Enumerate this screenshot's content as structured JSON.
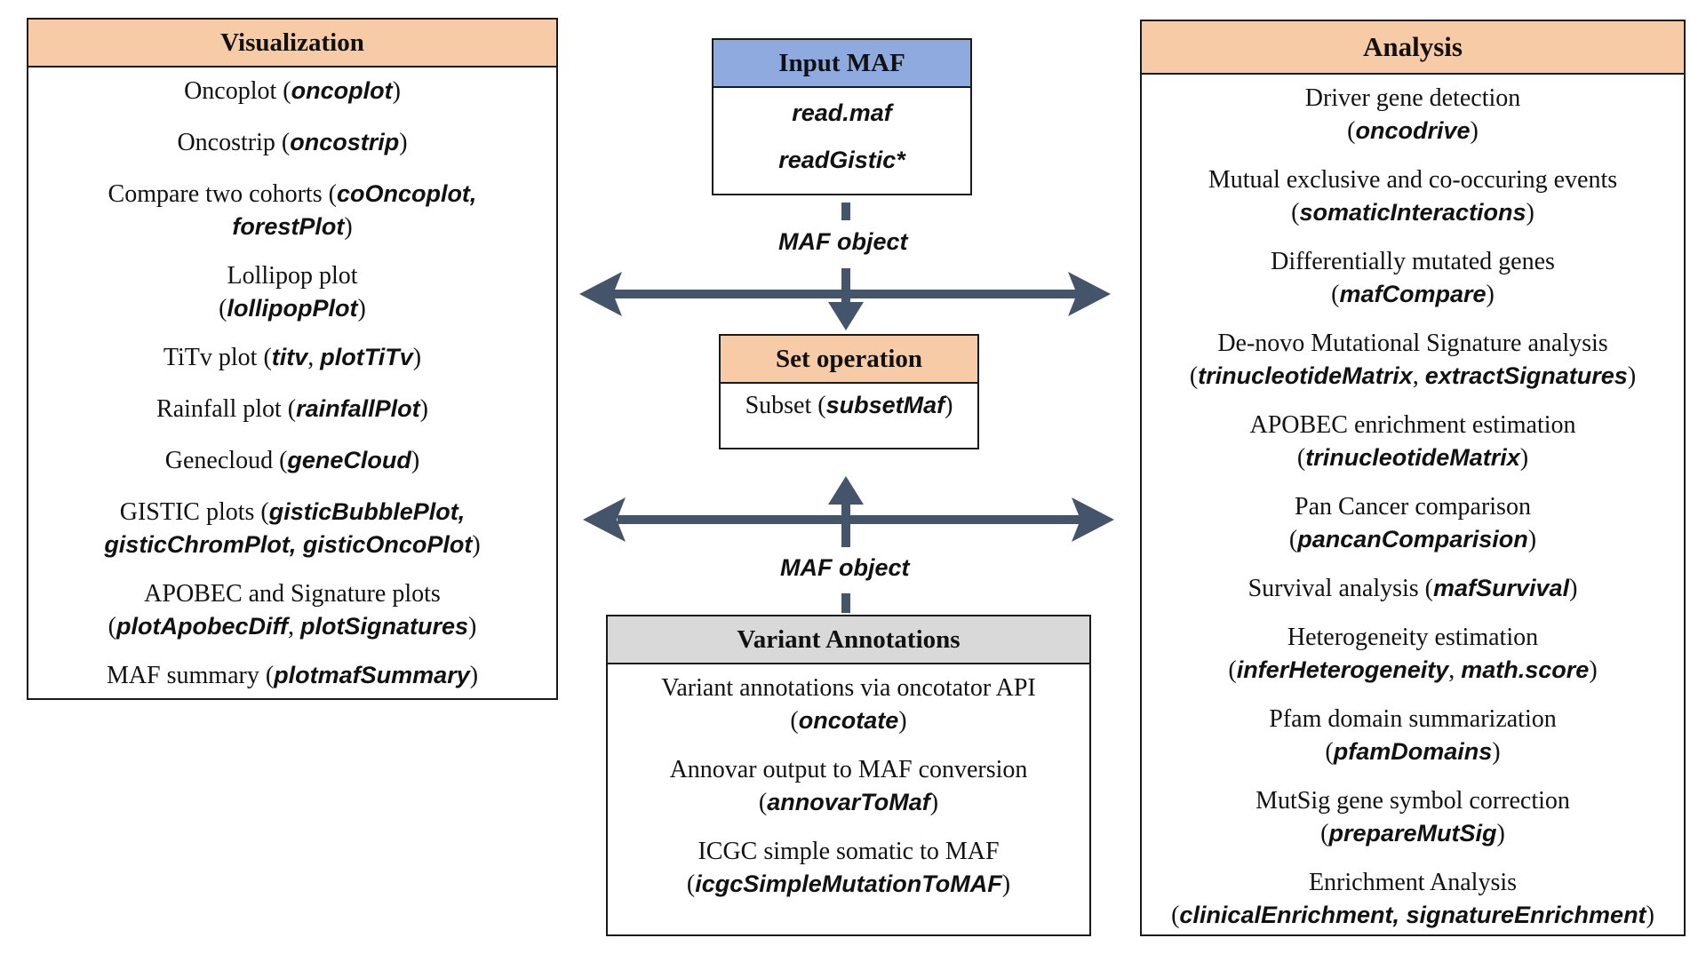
{
  "visualization": {
    "title": "Visualization",
    "items": [
      {
        "parts": [
          {
            "t": "Oncoplot ("
          },
          {
            "t": "oncoplot",
            "f": 1
          },
          {
            "t": ")"
          }
        ]
      },
      {
        "parts": [
          {
            "t": "Oncostrip ("
          },
          {
            "t": "oncostrip",
            "f": 1
          },
          {
            "t": ")"
          }
        ]
      },
      {
        "parts": [
          {
            "t": "Compare two cohorts ("
          },
          {
            "t": "coOncoplot,",
            "f": 1
          },
          {
            "br": 1
          },
          {
            "t": "forestPlot",
            "f": 1
          },
          {
            "t": ")"
          }
        ]
      },
      {
        "parts": [
          {
            "t": "Lollipop plot"
          },
          {
            "br": 1
          },
          {
            "t": "("
          },
          {
            "t": "lollipopPlot",
            "f": 1
          },
          {
            "t": ")"
          }
        ]
      },
      {
        "parts": [
          {
            "t": "TiTv plot ("
          },
          {
            "t": "titv",
            "f": 1
          },
          {
            "t": ", "
          },
          {
            "t": "plotTiTv",
            "f": 1
          },
          {
            "t": ")"
          }
        ]
      },
      {
        "parts": [
          {
            "t": "Rainfall plot ("
          },
          {
            "t": "rainfallPlot",
            "f": 1
          },
          {
            "t": ")"
          }
        ]
      },
      {
        "parts": [
          {
            "t": "Genecloud ("
          },
          {
            "t": "geneCloud",
            "f": 1
          },
          {
            "t": ")"
          }
        ]
      },
      {
        "parts": [
          {
            "t": "GISTIC plots ("
          },
          {
            "t": "gisticBubblePlot,",
            "f": 1
          },
          {
            "br": 1
          },
          {
            "t": "gisticChromPlot, gisticOncoPlot",
            "f": 1
          },
          {
            "t": ")"
          }
        ]
      },
      {
        "parts": [
          {
            "t": "APOBEC and Signature plots"
          },
          {
            "br": 1
          },
          {
            "t": "("
          },
          {
            "t": "plotApobecDiff",
            "f": 1
          },
          {
            "t": ", "
          },
          {
            "t": "plotSignatures",
            "f": 1
          },
          {
            "t": ")"
          }
        ]
      },
      {
        "parts": [
          {
            "t": "MAF summary ("
          },
          {
            "t": "plotmafSummary",
            "f": 1
          },
          {
            "t": ")"
          }
        ]
      }
    ]
  },
  "input": {
    "title": "Input MAF",
    "items": [
      {
        "parts": [
          {
            "t": "read.maf",
            "f": 1
          }
        ]
      },
      {
        "parts": [
          {
            "t": "readGistic*",
            "f": 1
          }
        ]
      }
    ]
  },
  "set_operation": {
    "title": "Set operation",
    "items": [
      {
        "parts": [
          {
            "t": "Subset ("
          },
          {
            "t": "subsetMaf",
            "f": 1
          },
          {
            "t": ")"
          }
        ]
      }
    ]
  },
  "variant": {
    "title": "Variant Annotations",
    "items": [
      {
        "parts": [
          {
            "t": "Variant annotations via oncotator API"
          },
          {
            "br": 1
          },
          {
            "t": "("
          },
          {
            "t": "oncotate",
            "f": 1
          },
          {
            "t": ")"
          }
        ]
      },
      {
        "parts": [
          {
            "t": "Annovar output to MAF conversion"
          },
          {
            "br": 1
          },
          {
            "t": "("
          },
          {
            "t": "annovarToMaf",
            "f": 1
          },
          {
            "t": ")"
          }
        ]
      },
      {
        "parts": [
          {
            "t": "ICGC simple somatic to MAF"
          },
          {
            "br": 1
          },
          {
            "t": "("
          },
          {
            "t": "icgcSimpleMutationToMAF",
            "f": 1
          },
          {
            "t": ")"
          }
        ]
      }
    ]
  },
  "analysis": {
    "title": "Analysis",
    "items": [
      {
        "parts": [
          {
            "t": "Driver gene detection"
          },
          {
            "br": 1
          },
          {
            "t": "("
          },
          {
            "t": "oncodrive",
            "f": 1
          },
          {
            "t": ")"
          }
        ]
      },
      {
        "parts": [
          {
            "t": "Mutual exclusive and co-occuring events"
          },
          {
            "br": 1
          },
          {
            "t": "("
          },
          {
            "t": "somaticInteractions",
            "f": 1
          },
          {
            "t": ")"
          }
        ]
      },
      {
        "parts": [
          {
            "t": "Differentially mutated genes"
          },
          {
            "br": 1
          },
          {
            "t": "("
          },
          {
            "t": "mafCompare",
            "f": 1
          },
          {
            "t": ")"
          }
        ]
      },
      {
        "parts": [
          {
            "t": "De-novo Mutational Signature analysis"
          },
          {
            "br": 1
          },
          {
            "t": "("
          },
          {
            "t": "trinucleotideMatrix",
            "f": 1
          },
          {
            "t": ", "
          },
          {
            "t": "extractSignatures",
            "f": 1
          },
          {
            "t": ")"
          }
        ]
      },
      {
        "parts": [
          {
            "t": "APOBEC enrichment estimation"
          },
          {
            "br": 1
          },
          {
            "t": "("
          },
          {
            "t": "trinucleotideMatrix",
            "f": 1
          },
          {
            "t": ")"
          }
        ]
      },
      {
        "parts": [
          {
            "t": "Pan Cancer comparison"
          },
          {
            "br": 1
          },
          {
            "t": "("
          },
          {
            "t": "pancanComparision",
            "f": 1
          },
          {
            "t": ")"
          }
        ]
      },
      {
        "parts": [
          {
            "t": "Survival analysis ("
          },
          {
            "t": "mafSurvival",
            "f": 1
          },
          {
            "t": ")"
          }
        ]
      },
      {
        "parts": [
          {
            "t": "Heterogeneity estimation"
          },
          {
            "br": 1
          },
          {
            "t": "("
          },
          {
            "t": "inferHeterogeneity",
            "f": 1
          },
          {
            "t": ", "
          },
          {
            "t": "math.score",
            "f": 1
          },
          {
            "t": ")"
          }
        ]
      },
      {
        "parts": [
          {
            "t": "Pfam domain summarization"
          },
          {
            "br": 1
          },
          {
            "t": "("
          },
          {
            "t": "pfamDomains",
            "f": 1
          },
          {
            "t": ")"
          }
        ]
      },
      {
        "parts": [
          {
            "t": "MutSig gene symbol correction"
          },
          {
            "br": 1
          },
          {
            "t": "("
          },
          {
            "t": "prepareMutSig",
            "f": 1
          },
          {
            "t": ")"
          }
        ]
      },
      {
        "parts": [
          {
            "t": "Enrichment Analysis"
          },
          {
            "br": 1
          },
          {
            "t": "("
          },
          {
            "t": "clinicalEnrichment, signatureEnrichment",
            "f": 1
          },
          {
            "t": ")"
          }
        ]
      }
    ]
  },
  "labels": {
    "maf_object_top": "MAF object",
    "maf_object_bottom": "MAF object"
  },
  "colors": {
    "header_orange": "#f7cba6",
    "header_blue": "#8eaadf",
    "header_gray": "#d9d9d9",
    "arrow": "#44546a"
  }
}
